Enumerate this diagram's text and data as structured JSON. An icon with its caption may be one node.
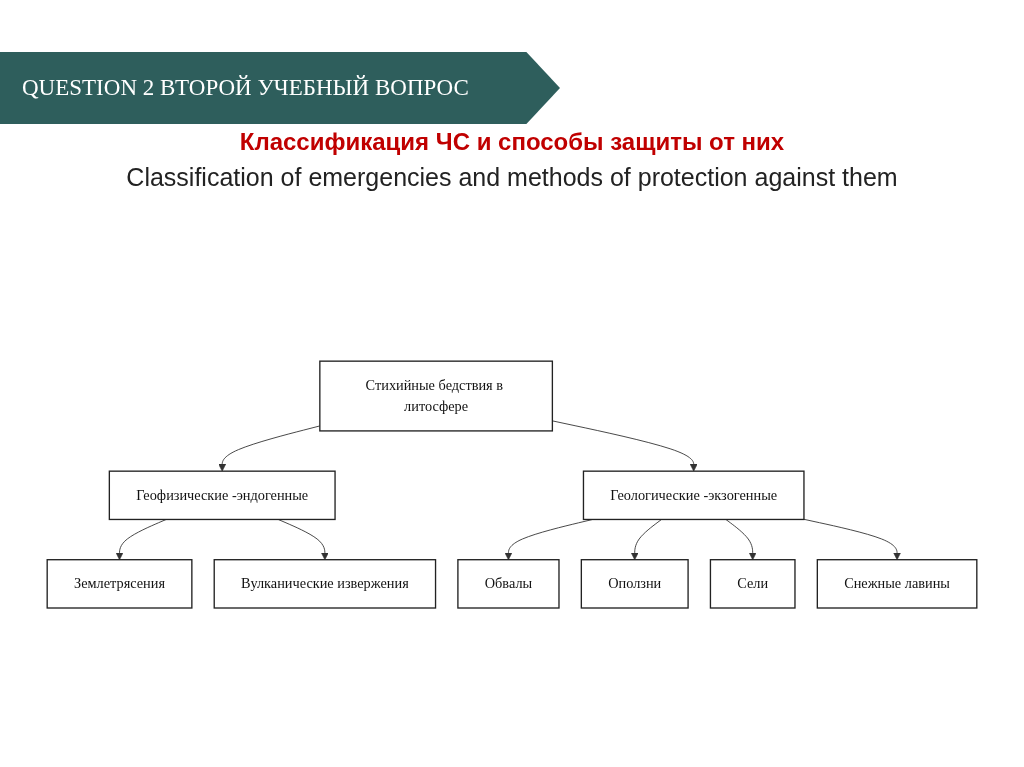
{
  "diagram": {
    "title": "Классификация ЧС и способы защиты от них",
    "labels": [
      "QUESTION 2 ВТОРОЙ УЧЕБНЫЙ ВОПРОС",
      "Classification of emergencies and methods of protection against them"
    ],
    "nodes": [
      {
        "text": [
          "Стихийные бедствия в литосфере"
        ]
      },
      {
        "text": [
          "Геофизические -эндогенные"
        ]
      },
      {
        "text": [
          "Геологические -экзогенные"
        ]
      },
      {
        "text": [
          "Землетрясения"
        ]
      },
      {
        "text": [
          "Вулканические извержения"
        ]
      },
      {
        "text": [
          "Обвалы"
        ]
      },
      {
        "text": [
          "Оползни"
        ]
      },
      {
        "text": [
          "Сели"
        ]
      },
      {
        "text": [
          "Снежные лавины"
        ]
      }
    ],
    "edges": [
      {
        "from": 0,
        "to": 1,
        "arrow": "to"
      },
      {
        "from": 0,
        "to": 2,
        "arrow": "to"
      },
      {
        "from": 1,
        "to": 3,
        "arrow": "to"
      },
      {
        "from": 1,
        "to": 4,
        "arrow": "to"
      },
      {
        "from": 2,
        "to": 5,
        "arrow": "to"
      },
      {
        "from": 2,
        "to": 6,
        "arrow": "to"
      },
      {
        "from": 2,
        "to": 7,
        "arrow": "to"
      },
      {
        "from": 2,
        "to": 8,
        "arrow": "to"
      }
    ]
  }
}
